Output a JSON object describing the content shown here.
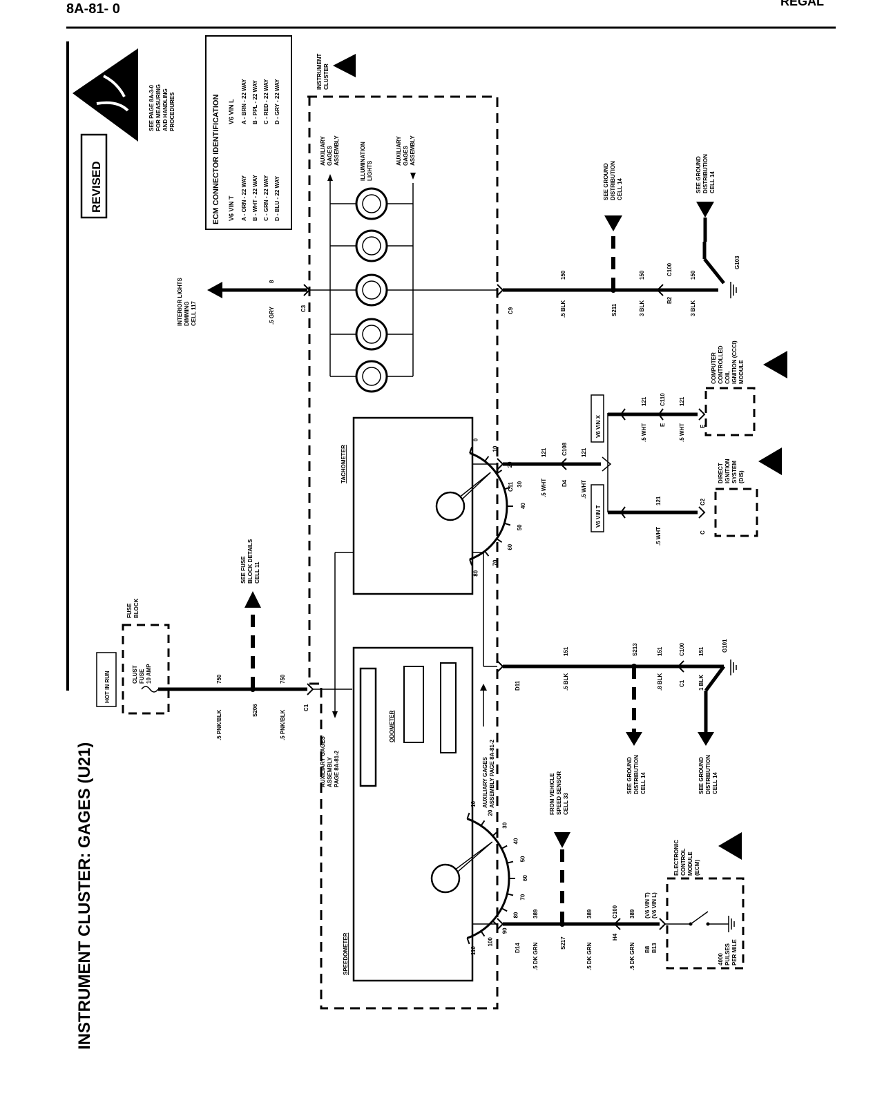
{
  "header": {
    "page_ref": "8A-81- 0",
    "book": "REGAL"
  },
  "title": "INSTRUMENT CLUSTER: GAGES (U21)",
  "revised": "REVISED",
  "esd_note": [
    "SEE PAGE 8A-3-0",
    "FOR MEASURING",
    "AND HANDLING",
    "PROCEDURES"
  ],
  "ecm_table": {
    "title": "ECM CONNECTOR IDENTIFICATION",
    "col1_head": "V6 VIN T",
    "col1": [
      "A - ORN - 22 WAY",
      "B - WHT - 22 WAY",
      "C - GRN - 22 WAY",
      "D - BLU - 22 WAY"
    ],
    "col2_head": "V6 VIN L",
    "col2": [
      "A - BRN - 22 WAY",
      "B - PPL - 22 WAY",
      "C - RED - 22 WAY",
      "D - GRY - 22 WAY"
    ]
  },
  "cluster": {
    "label": [
      "INSTRUMENT",
      "CLUSTER"
    ]
  },
  "aux_gages_top": [
    "AUXILIARY",
    "GAGES",
    "ASSEMBLY"
  ],
  "aux_gages_right": [
    "AUXILIARY",
    "GAGES",
    "ASSEMBLY"
  ],
  "illum": [
    "ILLUMINATION",
    "LIGHTS"
  ],
  "interior": [
    "INTERIOR LIGHTS",
    "DIMMING",
    "CELL 117"
  ],
  "gry_wire": {
    "size": ".5 GRY",
    "circuit": "8",
    "conn": "C3"
  },
  "c9_wires": {
    "conn": "C9",
    "a_size": ".5 BLK",
    "a_circ": "150",
    "splice": "S211",
    "b_size": "3 BLK",
    "b_circ": "150",
    "b_conn": "B2",
    "c100": "C100",
    "c_size": "3 BLK",
    "c_circ": "150",
    "ground": "G103"
  },
  "gnd_dist_top1": [
    "SEE GROUND",
    "DISTRIBUTION",
    "CELL 14"
  ],
  "gnd_dist_top2": [
    "SEE GROUND",
    "DISTRIBUTION",
    "CELL 14"
  ],
  "tach": {
    "label": "TACHOMETER",
    "ticks": [
      "0",
      "10",
      "20",
      "30",
      "40",
      "50",
      "60",
      "70",
      "80"
    ]
  },
  "c11": {
    "conn": "C11",
    "size": ".5 WHT",
    "circ": "121",
    "d4": "D4",
    "c108": "C108",
    "b_size": ".5 WHT",
    "b_circ": "121"
  },
  "vin_x": "V6 VIN X",
  "vin_t": "V6 VIN T",
  "ccci": {
    "wire1": ".5 WHT",
    "circ1": "121",
    "pin1": "E",
    "conn": "C110",
    "wire2": ".5 WHT",
    "circ2": "121",
    "pin2": "E",
    "label": [
      "COMPUTER",
      "CONTROLLED",
      "COIL",
      "IGNITION (CCCI)",
      "MODULE"
    ]
  },
  "dis": {
    "wire": ".5 WHT",
    "circ": "121",
    "pin": "C",
    "conn": "C2",
    "label": [
      "DIRECT",
      "IGNITION",
      "SYSTEM",
      "(DIS)"
    ]
  },
  "fuse": {
    "hot": "HOT IN RUN",
    "name": [
      "CLUST",
      "FUSE",
      "10 AMP"
    ],
    "block": [
      "FUSE",
      "BLOCK"
    ],
    "see": [
      "SEE FUSE",
      "BLOCK DETAILS",
      "CELL 11"
    ]
  },
  "c1_wire": {
    "a_size": ".5 PNK/BLK",
    "a_circ": "750",
    "splice": "S206",
    "b_size": ".5 PNK/BLK",
    "b_circ": "750",
    "conn": "C1"
  },
  "aux_left": [
    "AUXILIARY GAGES",
    "ASSEMBLY",
    "PAGE 8A-81-2"
  ],
  "aux_mid": [
    "AUXILIARY GAGES",
    "ASSEMBLY PAGE 8A-81-2"
  ],
  "odometer": {
    "label": "ODOMETER"
  },
  "d11": {
    "conn": "D11",
    "size": ".5 BLK",
    "circ": "151",
    "splice": "S213",
    "b_size": ".8 BLK",
    "b_circ": "151",
    "b_conn": "C1",
    "c100": "C100",
    "c_size": "1 BLK",
    "c_circ": "151",
    "ground": "G101"
  },
  "gnd_dist_bot1": [
    "SEE GROUND",
    "DISTRIBUTION",
    "CELL 14"
  ],
  "gnd_dist_bot2": [
    "SEE GROUND",
    "DISTRIBUTION",
    "CELL 14"
  ],
  "speedo": {
    "label": "SPEEDOMETER",
    "ticks": [
      "10",
      "20",
      "30",
      "40",
      "50",
      "60",
      "70",
      "80",
      "90",
      "100",
      "110"
    ]
  },
  "vss": [
    "FROM VEHICLE",
    "SPEED SENSOR",
    "CELL 33"
  ],
  "d14": {
    "conn": "D14",
    "size": ".5 DK GRN",
    "circ": "389",
    "splice": "S217",
    "b_size": ".5 DK GRN",
    "b_circ": "389",
    "h4": "H4",
    "c100": "C100",
    "c_size": ".5 DK GRN",
    "c_circ": "389",
    "pins": [
      "B8",
      "B13"
    ],
    "vins": [
      "(V6 VIN T)",
      "(V6 VIN L)"
    ]
  },
  "ecm": {
    "label": [
      "ELECTRONIC",
      "CONTROL",
      "MODULE",
      "(ECM)"
    ],
    "pulses": [
      "4000",
      "PULSES",
      "PER MILE"
    ]
  }
}
